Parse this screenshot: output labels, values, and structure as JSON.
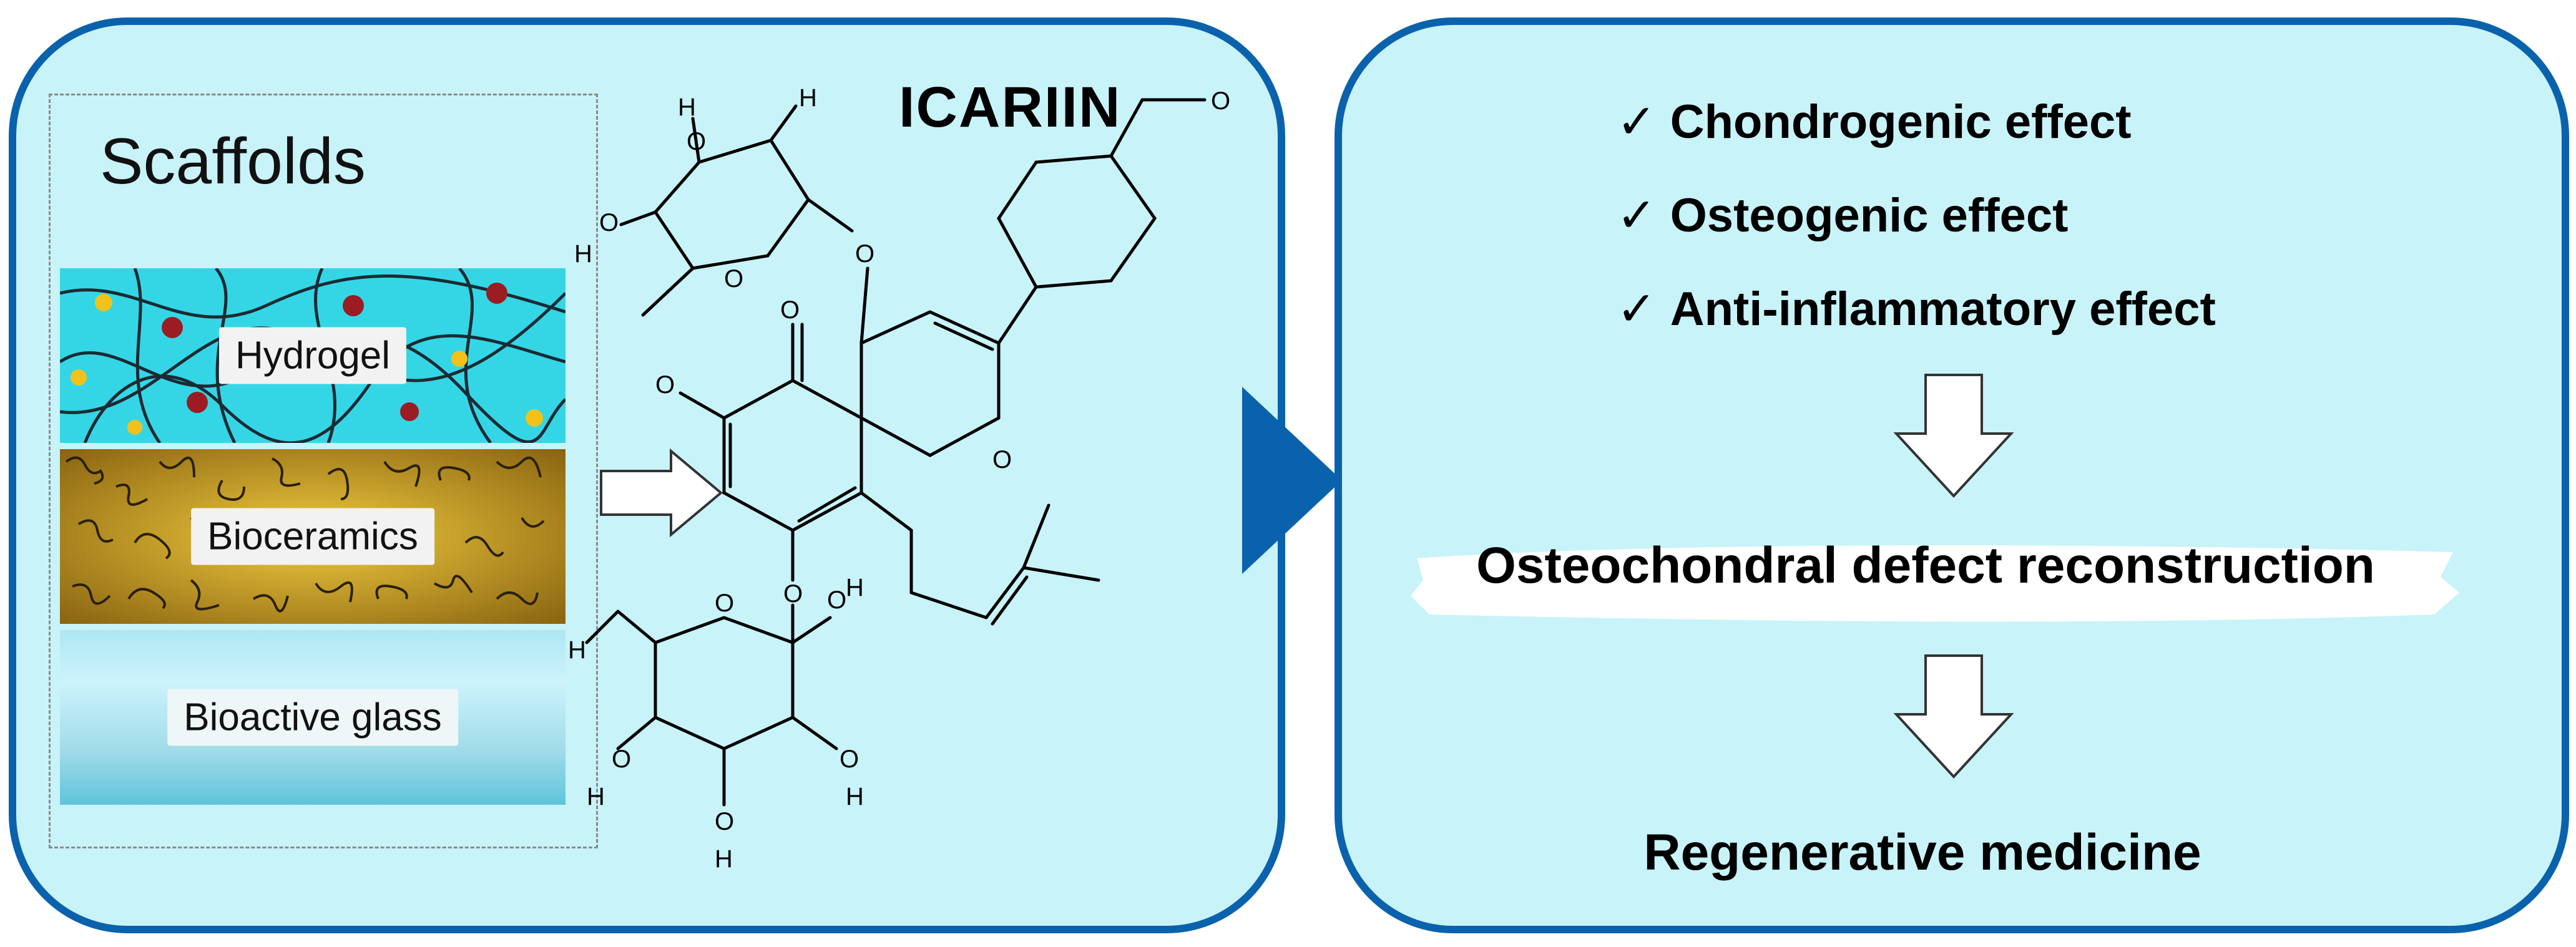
{
  "scaffolds": {
    "title": "Scaffolds",
    "materials": [
      "Hydrogel",
      "Bioceramics",
      "Bioactive glass"
    ]
  },
  "compound": {
    "name": "ICARIIN",
    "atom_labels": {
      "oxygen": "O",
      "hydroxyl_h": "H"
    }
  },
  "effects": [
    "Chondrogenic effect",
    "Osteogenic effect",
    "Anti-inflammatory effect"
  ],
  "check_glyph": "✓",
  "outcome": "Osteochondral defect reconstruction",
  "application": "Regenerative medicine",
  "colors": {
    "panel_fill": "#c8f3f9",
    "panel_border": "#0a62ad",
    "hydrogel": "#34d6e6",
    "bioceramics": "#c99a1e",
    "bioactive_glass": "#9fdbe8"
  }
}
